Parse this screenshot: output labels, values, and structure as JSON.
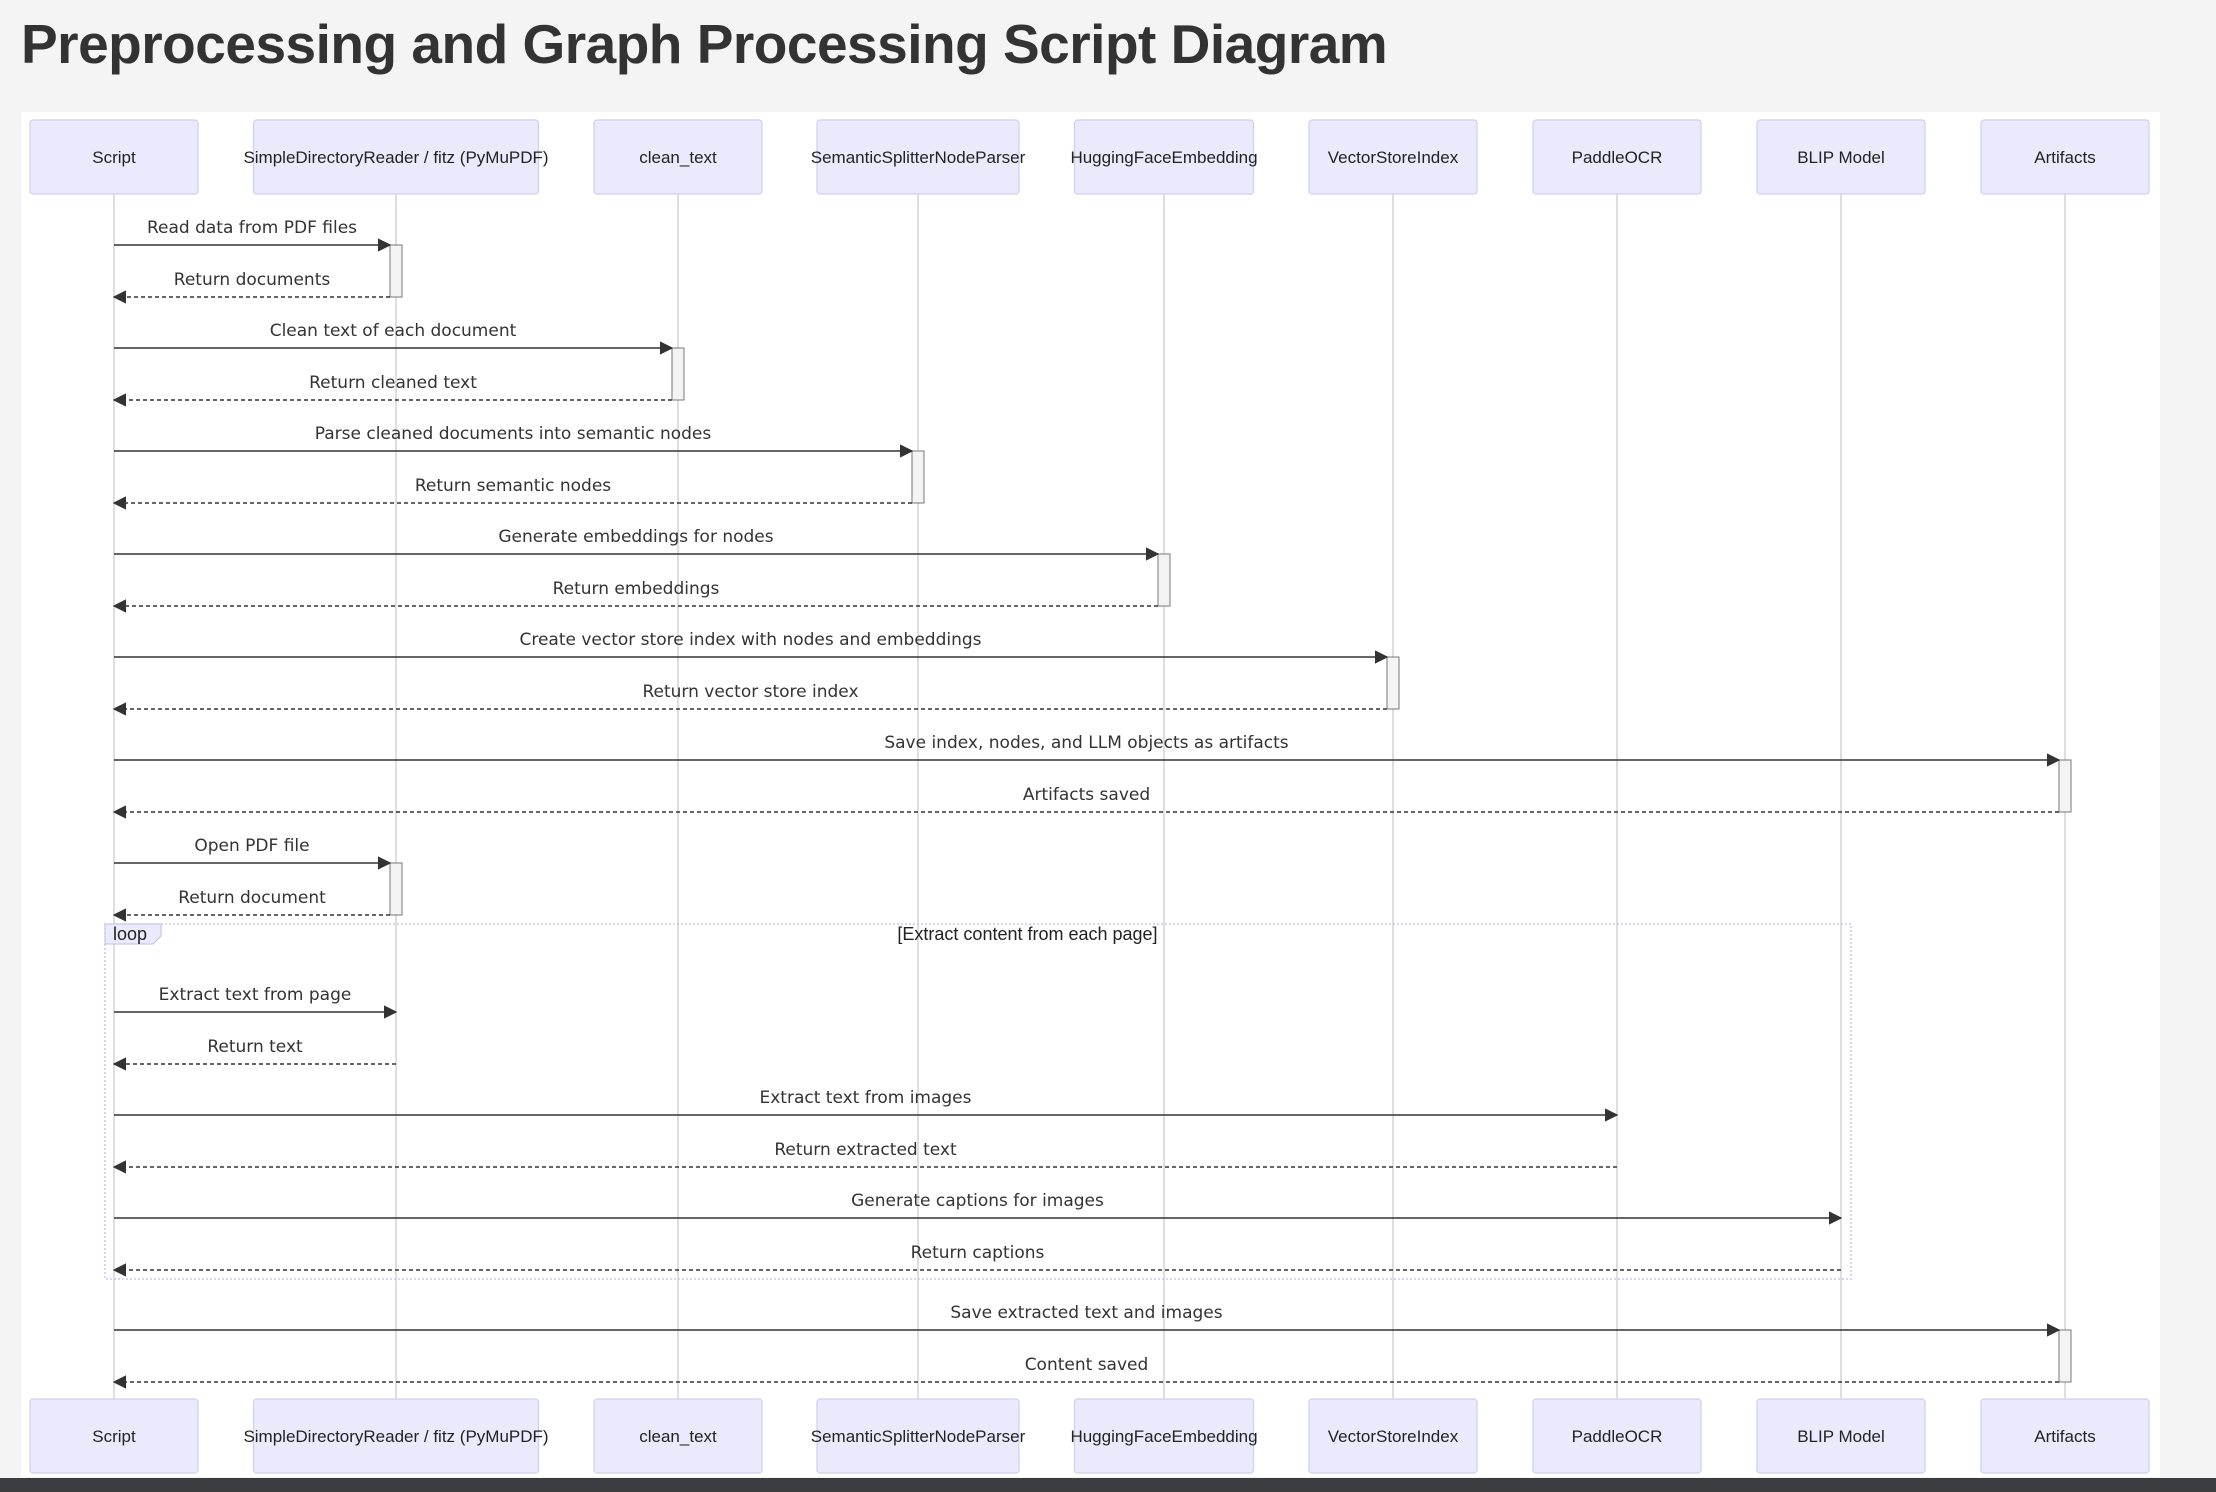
{
  "title": "Preprocessing and Graph Processing Script Diagram",
  "colors": {
    "actor_fill": "#eaeafc",
    "actor_stroke": "#cfcff0",
    "lifeline": "#c8c8c8",
    "message_line": "#333333",
    "activation_fill": "#f4f4f4",
    "activation_stroke": "#777777",
    "loop_border": "#bdbdef",
    "loop_label_fill": "#eaeafc"
  },
  "participants": [
    {
      "id": "script",
      "label": "Script"
    },
    {
      "id": "reader",
      "label": "SimpleDirectoryReader / fitz (PyMuPDF)"
    },
    {
      "id": "clean",
      "label": "clean_text"
    },
    {
      "id": "splitter",
      "label": "SemanticSplitterNodeParser"
    },
    {
      "id": "embed",
      "label": "HuggingFaceEmbedding"
    },
    {
      "id": "vsi",
      "label": "VectorStoreIndex"
    },
    {
      "id": "ocr",
      "label": "PaddleOCR"
    },
    {
      "id": "blip",
      "label": "BLIP Model"
    },
    {
      "id": "artifacts",
      "label": "Artifacts"
    }
  ],
  "messages": [
    {
      "from": "script",
      "to": "reader",
      "label": "Read data from PDF files",
      "style": "solid"
    },
    {
      "from": "reader",
      "to": "script",
      "label": "Return documents",
      "style": "dashed"
    },
    {
      "from": "script",
      "to": "clean",
      "label": "Clean text of each document",
      "style": "solid"
    },
    {
      "from": "clean",
      "to": "script",
      "label": "Return cleaned text",
      "style": "dashed"
    },
    {
      "from": "script",
      "to": "splitter",
      "label": "Parse cleaned documents into semantic nodes",
      "style": "solid"
    },
    {
      "from": "splitter",
      "to": "script",
      "label": "Return semantic nodes",
      "style": "dashed"
    },
    {
      "from": "script",
      "to": "embed",
      "label": "Generate embeddings for nodes",
      "style": "solid"
    },
    {
      "from": "embed",
      "to": "script",
      "label": "Return embeddings",
      "style": "dashed"
    },
    {
      "from": "script",
      "to": "vsi",
      "label": "Create vector store index with nodes and embeddings",
      "style": "solid"
    },
    {
      "from": "vsi",
      "to": "script",
      "label": "Return vector store index",
      "style": "dashed"
    },
    {
      "from": "script",
      "to": "artifacts",
      "label": "Save index, nodes, and LLM objects as artifacts",
      "style": "solid"
    },
    {
      "from": "artifacts",
      "to": "script",
      "label": "Artifacts saved",
      "style": "dashed"
    },
    {
      "from": "script",
      "to": "reader",
      "label": "Open PDF file",
      "style": "solid"
    },
    {
      "from": "reader",
      "to": "script",
      "label": "Return document",
      "style": "dashed"
    },
    {
      "from": "script",
      "to": "reader",
      "label": "Extract text from page",
      "style": "solid"
    },
    {
      "from": "reader",
      "to": "script",
      "label": "Return text",
      "style": "dashed"
    },
    {
      "from": "script",
      "to": "ocr",
      "label": "Extract text from images",
      "style": "solid"
    },
    {
      "from": "ocr",
      "to": "script",
      "label": "Return extracted text",
      "style": "dashed"
    },
    {
      "from": "script",
      "to": "blip",
      "label": "Generate captions for images",
      "style": "solid"
    },
    {
      "from": "blip",
      "to": "script",
      "label": "Return captions",
      "style": "dashed"
    },
    {
      "from": "script",
      "to": "artifacts",
      "label": "Save extracted text and images",
      "style": "solid"
    },
    {
      "from": "artifacts",
      "to": "script",
      "label": "Content saved",
      "style": "dashed"
    }
  ],
  "activations": [
    {
      "participant": "reader",
      "from_message": 0,
      "to_message": 1
    },
    {
      "participant": "clean",
      "from_message": 2,
      "to_message": 3
    },
    {
      "participant": "splitter",
      "from_message": 4,
      "to_message": 5
    },
    {
      "participant": "embed",
      "from_message": 6,
      "to_message": 7
    },
    {
      "participant": "vsi",
      "from_message": 8,
      "to_message": 9
    },
    {
      "participant": "artifacts",
      "from_message": 10,
      "to_message": 11
    },
    {
      "participant": "reader",
      "from_message": 12,
      "to_message": 13
    },
    {
      "participant": "artifacts",
      "from_message": 20,
      "to_message": 21
    }
  ],
  "loop": {
    "label": "loop",
    "condition": "[Extract content from each page]",
    "from_message": 14,
    "to_message": 19
  }
}
